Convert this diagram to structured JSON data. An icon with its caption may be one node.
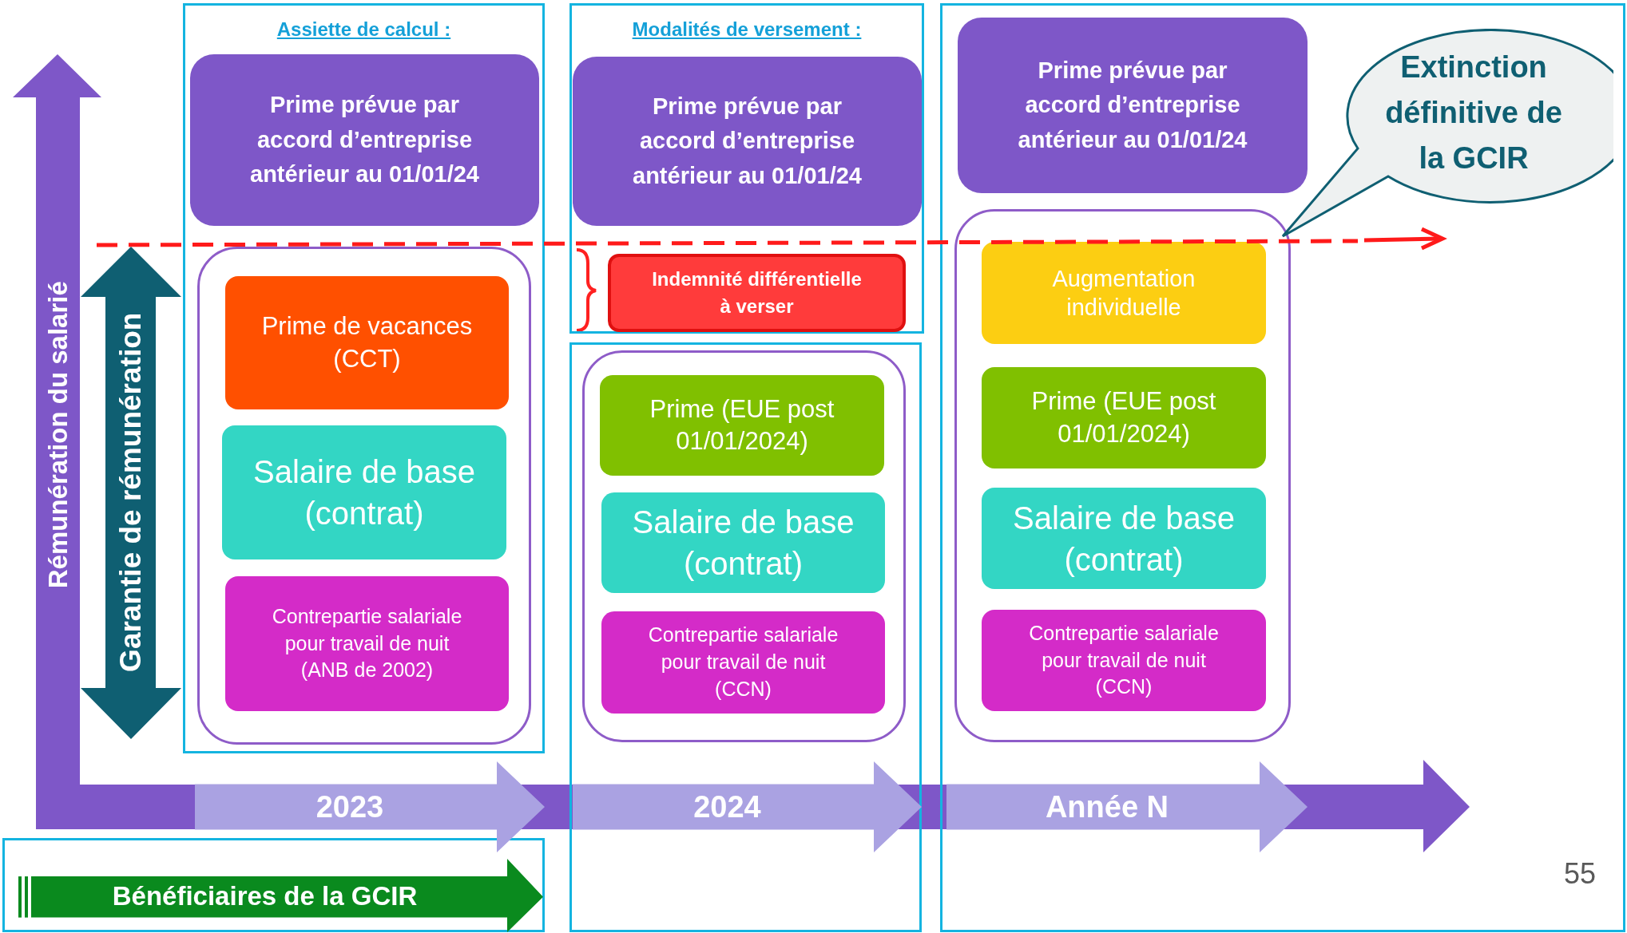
{
  "diagram": {
    "nodes": [
      {
        "text": [
          "Assiette de calcul :"
        ]
      },
      {
        "text": [
          "Prime prévue par accord d’entreprise antérieur au 01/01/24"
        ],
        "in": 0
      },
      {
        "text": [],
        "shape": "box",
        "in": 0
      },
      {
        "text": [
          "Prime de vacances (CCT)"
        ],
        "in": 2
      },
      {
        "text": [
          "Salaire de base (contrat)"
        ],
        "in": 2
      },
      {
        "text": [
          "Contrepartie salariale pour travail de nuit (ANB de 2002)"
        ],
        "in": 2
      },
      {
        "text": [
          "Modalités de versement :"
        ]
      },
      {
        "text": [
          "Prime prévue par accord d’entreprise antérieur au 01/01/24"
        ],
        "in": 6
      },
      {
        "text": [
          "Indemnité différentielle à verser"
        ],
        "in": 6
      },
      {
        "text": [],
        "shape": "box"
      },
      {
        "text": [],
        "shape": "box",
        "in": 9
      },
      {
        "text": [
          "Prime (EUE post 01/01/2024)"
        ],
        "in": 10
      },
      {
        "text": [
          "Salaire de base (contrat)"
        ],
        "in": 10
      },
      {
        "text": [
          "Contrepartie salariale pour travail de nuit (CCN)"
        ],
        "in": 10
      },
      {
        "text": [],
        "shape": "box"
      },
      {
        "text": [
          "Prime prévue par accord d’entreprise antérieur au 01/01/24"
        ],
        "in": 14
      },
      {
        "text": [],
        "shape": "box",
        "in": 14
      },
      {
        "text": [
          "Augmentation individuelle"
        ],
        "in": 16
      },
      {
        "text": [
          "Prime (EUE post 01/01/2024)"
        ],
        "in": 16
      },
      {
        "text": [
          "Salaire de base (contrat)"
        ],
        "in": 16
      },
      {
        "text": [
          "Contrepartie salariale pour travail de nuit (CCN)"
        ],
        "in": 16
      },
      {
        "text": [
          "Extinction définitive de la GCIR"
        ],
        "in": 14
      },
      {
        "text": [],
        "shape": "box"
      },
      {
        "text": [
          "Bénéficiaires de la GCIR"
        ],
        "in": 22
      },
      {
        "text": [
          "2023"
        ]
      },
      {
        "text": [
          "2024"
        ],
        "in": 9
      },
      {
        "text": [
          "Année N"
        ],
        "in": 14
      }
    ],
    "labels": [
      "Rémunération du salarié",
      "Garantie de rémunération",
      "55"
    ]
  }
}
